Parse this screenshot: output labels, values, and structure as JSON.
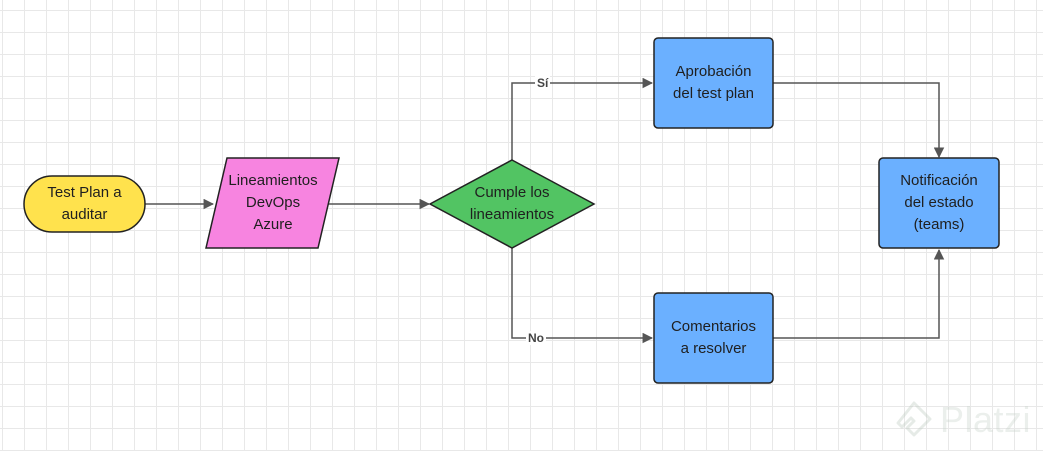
{
  "diagram": {
    "nodes": {
      "start": "Test Plan a\nauditar",
      "guidelines": "Lineamientos\nDevOps\nAzure",
      "decision": "Cumple los\nlineamientos",
      "approval": "Aprobación\ndel test plan",
      "comments": "Comentarios\na resolver",
      "notification": "Notificación\ndel estado\n(teams)"
    },
    "edge_labels": {
      "yes": "Sí",
      "no": "No"
    }
  },
  "watermark": {
    "text": "Platzi"
  },
  "colors": {
    "start_fill": "#FFE24D",
    "guidelines_fill": "#F784E0",
    "decision_fill": "#52C463",
    "process_fill": "#6BB0FF",
    "stroke": "#222222",
    "edge": "#555555"
  }
}
